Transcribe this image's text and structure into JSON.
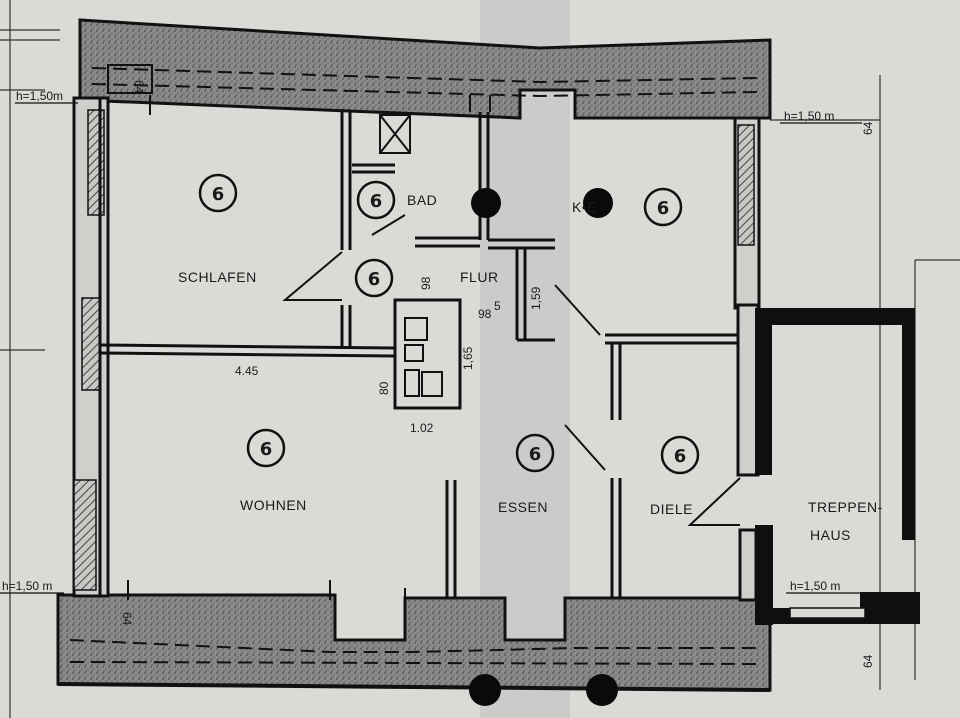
{
  "rooms": {
    "schlafen": "SCHLAFEN",
    "bad": "BAD",
    "flur": "FLUR",
    "kueche": "K•E",
    "wohnen": "WOHNEN",
    "essen": "ESSEN",
    "diele": "DIELE",
    "treppenhaus_1": "TREPPEN-",
    "treppenhaus_2": "HAUS"
  },
  "markers": {
    "circle_number": "6"
  },
  "dimensions": {
    "h_left_top": "h=1,50m",
    "h_right_top": "h=1,50 m",
    "h_left_bottom": "h=1,50 m",
    "h_right_bottom": "h=1,50 m",
    "d64_top": "64",
    "d64_right": "64",
    "d64_bottom_left": "64",
    "d64_bottom_right": "64",
    "w445": "4.45",
    "h165": "1,65",
    "w102": "1.02",
    "w80": "80",
    "w159": "1,59",
    "d98_bad": "98",
    "d98_flur": "98",
    "sup5": "5"
  },
  "colors": {
    "wall": "#161616",
    "hatch": "#6a6a6a",
    "paper": "#d9d9d6",
    "stair": "#0f0f0f"
  }
}
